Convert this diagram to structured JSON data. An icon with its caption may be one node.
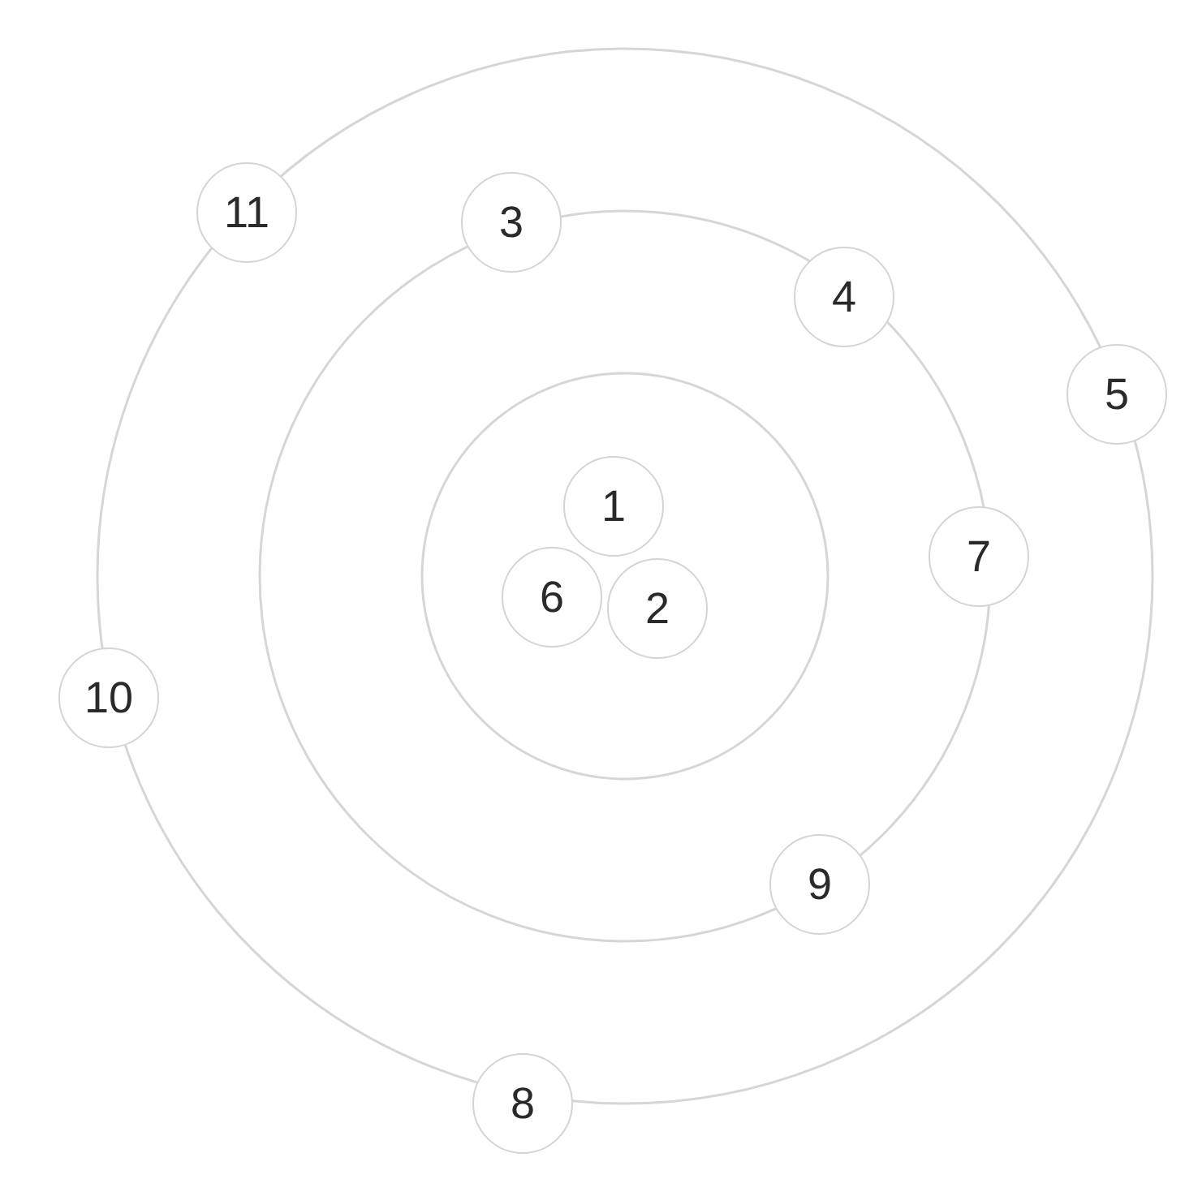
{
  "diagram": {
    "nodes": [
      {
        "text": [
          "11"
        ]
      },
      {
        "text": [
          "3"
        ]
      },
      {
        "text": [
          "4"
        ]
      },
      {
        "text": [
          "5"
        ]
      },
      {
        "text": [
          "1"
        ]
      },
      {
        "text": [
          "7"
        ]
      },
      {
        "text": [
          "6"
        ]
      },
      {
        "text": [
          "2"
        ]
      },
      {
        "text": [
          "10"
        ]
      },
      {
        "text": [
          "9"
        ]
      },
      {
        "text": [
          "8"
        ]
      }
    ]
  }
}
